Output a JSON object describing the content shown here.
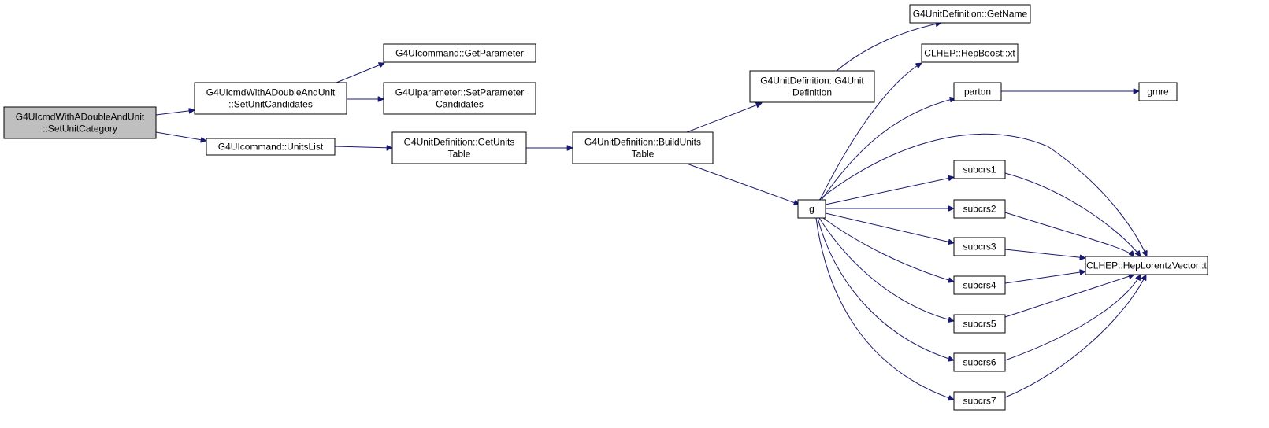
{
  "diagram": {
    "type": "call-graph",
    "nodes": [
      {
        "id": "root",
        "lines": [
          "G4UIcmdWithADoubleAndUnit",
          "::SetUnitCategory"
        ],
        "highlight": true
      },
      {
        "id": "setunitcand",
        "lines": [
          "G4UIcmdWithADoubleAndUnit",
          "::SetUnitCandidates"
        ]
      },
      {
        "id": "unitslist",
        "lines": [
          "G4UIcommand::UnitsList"
        ]
      },
      {
        "id": "getparam",
        "lines": [
          "G4UIcommand::GetParameter"
        ]
      },
      {
        "id": "setparamcand",
        "lines": [
          "G4UIparameter::SetParameter",
          "Candidates"
        ]
      },
      {
        "id": "getunitstable",
        "lines": [
          "G4UnitDefinition::GetUnits",
          "Table"
        ]
      },
      {
        "id": "buildunitstable",
        "lines": [
          "G4UnitDefinition::BuildUnits",
          "Table"
        ]
      },
      {
        "id": "g4unitdef",
        "lines": [
          "G4UnitDefinition::G4Unit",
          "Definition"
        ]
      },
      {
        "id": "getname",
        "lines": [
          "G4UnitDefinition::GetName"
        ]
      },
      {
        "id": "hepboost",
        "lines": [
          "CLHEP::HepBoost::xt"
        ]
      },
      {
        "id": "parton",
        "lines": [
          "parton"
        ]
      },
      {
        "id": "gmre",
        "lines": [
          "gmre"
        ]
      },
      {
        "id": "g",
        "lines": [
          "g"
        ]
      },
      {
        "id": "subcrs1",
        "lines": [
          "subcrs1"
        ]
      },
      {
        "id": "subcrs2",
        "lines": [
          "subcrs2"
        ]
      },
      {
        "id": "subcrs3",
        "lines": [
          "subcrs3"
        ]
      },
      {
        "id": "subcrs4",
        "lines": [
          "subcrs4"
        ]
      },
      {
        "id": "subcrs5",
        "lines": [
          "subcrs5"
        ]
      },
      {
        "id": "subcrs6",
        "lines": [
          "subcrs6"
        ]
      },
      {
        "id": "subcrs7",
        "lines": [
          "subcrs7"
        ]
      },
      {
        "id": "heplv",
        "lines": [
          "CLHEP::HepLorentzVector::t"
        ]
      }
    ],
    "edges": [
      {
        "from": "root",
        "to": "setunitcand"
      },
      {
        "from": "root",
        "to": "unitslist"
      },
      {
        "from": "setunitcand",
        "to": "getparam"
      },
      {
        "from": "setunitcand",
        "to": "setparamcand"
      },
      {
        "from": "unitslist",
        "to": "getunitstable"
      },
      {
        "from": "getunitstable",
        "to": "buildunitstable"
      },
      {
        "from": "buildunitstable",
        "to": "g4unitdef"
      },
      {
        "from": "buildunitstable",
        "to": "g"
      },
      {
        "from": "g4unitdef",
        "to": "getname"
      },
      {
        "from": "g",
        "to": "hepboost"
      },
      {
        "from": "g",
        "to": "parton"
      },
      {
        "from": "g",
        "to": "heplv"
      },
      {
        "from": "g",
        "to": "subcrs1"
      },
      {
        "from": "g",
        "to": "subcrs2"
      },
      {
        "from": "g",
        "to": "subcrs3"
      },
      {
        "from": "g",
        "to": "subcrs4"
      },
      {
        "from": "g",
        "to": "subcrs5"
      },
      {
        "from": "g",
        "to": "subcrs6"
      },
      {
        "from": "g",
        "to": "subcrs7"
      },
      {
        "from": "parton",
        "to": "gmre"
      },
      {
        "from": "subcrs1",
        "to": "heplv"
      },
      {
        "from": "subcrs2",
        "to": "heplv"
      },
      {
        "from": "subcrs3",
        "to": "heplv"
      },
      {
        "from": "subcrs4",
        "to": "heplv"
      },
      {
        "from": "subcrs5",
        "to": "heplv"
      },
      {
        "from": "subcrs6",
        "to": "heplv"
      },
      {
        "from": "subcrs7",
        "to": "heplv"
      }
    ]
  }
}
